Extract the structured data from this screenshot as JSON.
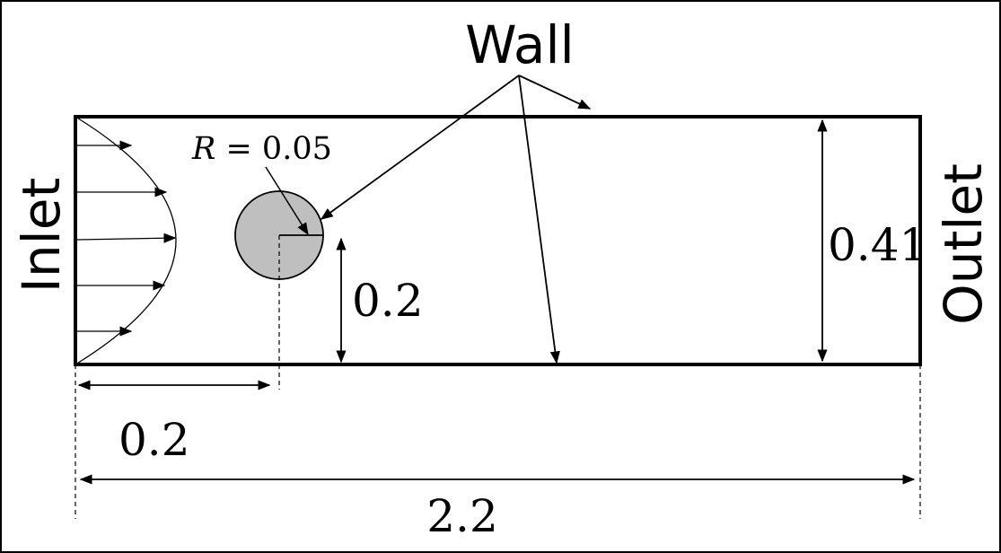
{
  "labels": {
    "wall": "Wall",
    "inlet": "Inlet",
    "outlet": "Outlet",
    "radius_var": "R",
    "radius_rest": " = 0.05",
    "height": "0.41",
    "cylinder_center_height": "0.2",
    "cylinder_center_x": "0.2",
    "length": "2.2"
  },
  "colors": {
    "stroke": "#000000",
    "cylinder_fill": "#bfbfbf",
    "background": "#ffffff"
  }
}
